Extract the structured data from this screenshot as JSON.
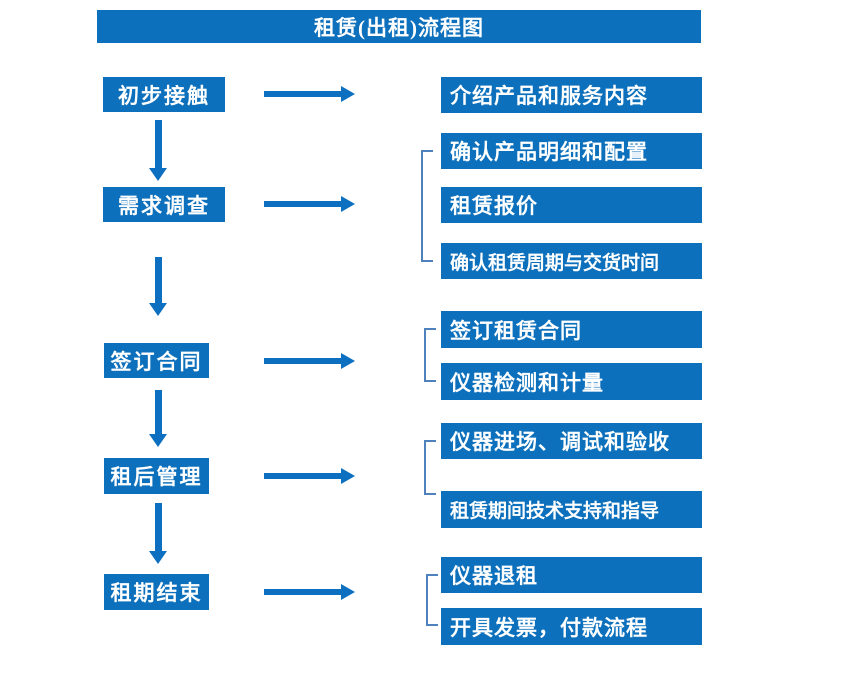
{
  "title": "租赁(出租)流程图",
  "colors": {
    "box_blue": "#0d70bc",
    "arrow_blue": "#0d6fc0",
    "bracket_blue": "#4f81bd",
    "text_white": "#ffffff",
    "background": "#ffffff"
  },
  "stages": [
    {
      "label": "初步接触",
      "details": [
        "介绍产品和服务内容"
      ]
    },
    {
      "label": "需求调查",
      "details": [
        "确认产品明细和配置",
        "租赁报价",
        "确认租赁周期与交货时间"
      ]
    },
    {
      "label": "签订合同",
      "details": [
        "签订租赁合同",
        "仪器检测和计量"
      ]
    },
    {
      "label": "租后管理",
      "details": [
        "仪器进场、调试和验收",
        "租赁期间技术支持和指导"
      ]
    },
    {
      "label": "租期结束",
      "details": [
        "仪器退租",
        "开具发票，付款流程"
      ]
    }
  ]
}
